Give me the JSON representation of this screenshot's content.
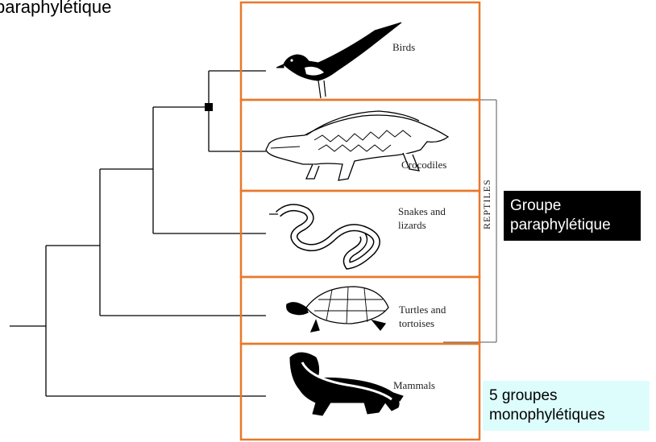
{
  "title": "paraphylétique",
  "taxa": [
    {
      "label": "Birds",
      "icon": "bird-icon"
    },
    {
      "label": "Crocodiles",
      "icon": "crocodile-icon"
    },
    {
      "label_lines": [
        "Snakes and",
        "lizards"
      ],
      "icon": "snake-icon"
    },
    {
      "label_lines": [
        "Turtles and",
        "tortoises"
      ],
      "icon": "turtle-icon"
    },
    {
      "label": "Mammals",
      "icon": "skunk-icon"
    }
  ],
  "bracket_label": "REPTILES",
  "callouts": {
    "paraphyletic": {
      "lines": [
        "Groupe",
        "paraphylétique"
      ]
    },
    "monophyletic": {
      "lines": [
        "5 groupes",
        "monophylétiques"
      ]
    }
  },
  "colors": {
    "box_outline": "#e8782a",
    "tree_lines": "#000000",
    "callout_dark_bg": "#000000",
    "callout_light_bg": "#ddfdfd"
  }
}
